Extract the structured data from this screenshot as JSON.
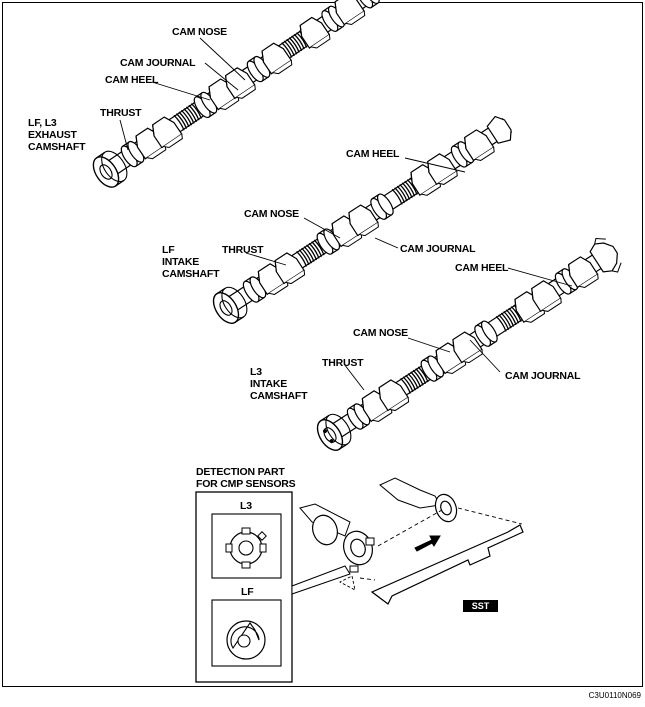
{
  "labels": {
    "cam_nose_1": "CAM NOSE",
    "cam_journal_1": "CAM JOURNAL",
    "cam_heel_1": "CAM HEEL",
    "thrust_1": "THRUST",
    "exhaust_title": "LF, L3\nEXHAUST\nCAMSHAFT",
    "cam_heel_2": "CAM HEEL",
    "cam_nose_2": "CAM NOSE",
    "thrust_2": "THRUST",
    "lf_intake_title": "LF\nINTAKE\nCAMSHAFT",
    "cam_journal_2": "CAM JOURNAL",
    "cam_heel_3": "CAM HEEL",
    "cam_nose_3": "CAM NOSE",
    "thrust_3": "THRUST",
    "l3_intake_title": "L3\nINTAKE\nCAMSHAFT",
    "cam_journal_3": "CAM JOURNAL",
    "detection_title": "DETECTION PART\nFOR CMP SENSORS",
    "detail_l3": "L3",
    "detail_lf": "LF",
    "sst": "SST",
    "figure_code": "C3U0110N069"
  }
}
